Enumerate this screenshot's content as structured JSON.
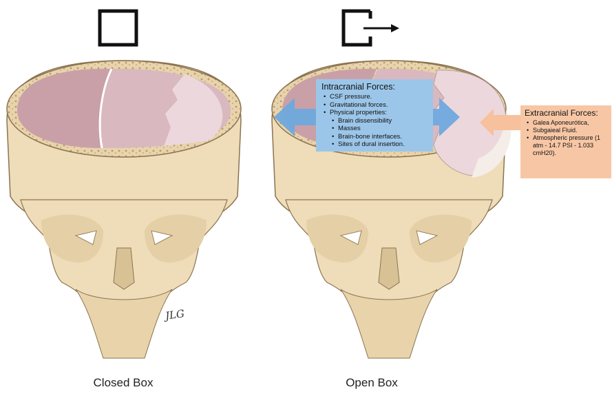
{
  "captions": {
    "left": "Closed Box",
    "right": "Open Box"
  },
  "icons": {
    "left": "closed-box-icon",
    "right": "open-box-arrow-icon"
  },
  "signature": "JLG",
  "intracranial": {
    "title": "Intracranial Forces:",
    "items": [
      "CSF pressure.",
      "Gravitational forces.",
      "Physical properties:"
    ],
    "subitems": [
      "Brain dissensibility",
      "Masses",
      "Brain-bone interfaces.",
      "Sites of dural insertion."
    ]
  },
  "extracranial": {
    "title": "Extracranial Forces:",
    "items": [
      "Galea Aponeurótica,",
      "Subgaieal Fluid.",
      "Atmospheric pressure (1 atm - 14.7 PSI - 1.033 cmH20)."
    ]
  },
  "colors": {
    "bone": "#efdcb8",
    "brain": "#c9a0a8",
    "intra_arrow": "#6fa9dd",
    "extra_arrow": "#f6c19c"
  }
}
